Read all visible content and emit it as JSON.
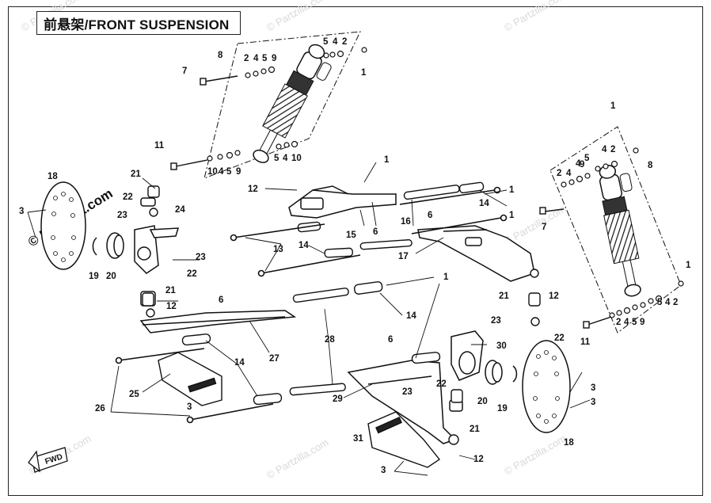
{
  "title": "前悬架/FRONT SUSPENSION",
  "watermark": "© Partzilla.com",
  "fwd_label": "FWD",
  "colors": {
    "line": "#111111",
    "watermark": "#d9d9d9",
    "background": "#ffffff"
  },
  "callouts": [
    {
      "n": "1"
    },
    {
      "n": "2"
    },
    {
      "n": "3"
    },
    {
      "n": "4"
    },
    {
      "n": "5"
    },
    {
      "n": "6"
    },
    {
      "n": "7"
    },
    {
      "n": "8"
    },
    {
      "n": "9"
    },
    {
      "n": "10"
    },
    {
      "n": "11"
    },
    {
      "n": "12"
    },
    {
      "n": "13"
    },
    {
      "n": "14"
    },
    {
      "n": "15"
    },
    {
      "n": "16"
    },
    {
      "n": "17"
    },
    {
      "n": "18"
    },
    {
      "n": "19"
    },
    {
      "n": "20"
    },
    {
      "n": "21"
    },
    {
      "n": "22"
    },
    {
      "n": "23"
    },
    {
      "n": "24"
    },
    {
      "n": "25"
    },
    {
      "n": "26"
    },
    {
      "n": "27"
    },
    {
      "n": "28"
    },
    {
      "n": "29"
    },
    {
      "n": "30"
    },
    {
      "n": "31"
    }
  ]
}
